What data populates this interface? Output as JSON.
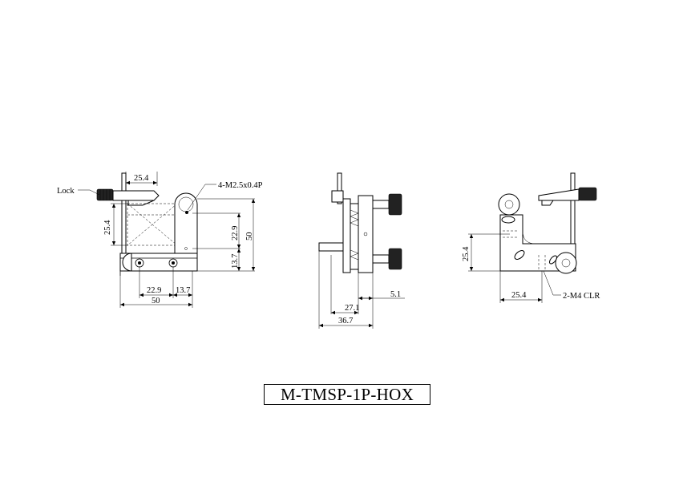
{
  "model_number": "M-TMSP-1P-HOX",
  "front_view": {
    "callout_lock": "Lock",
    "callout_thread": "4-M2.5x0.4P",
    "dim_top_width": "25.4",
    "dim_left_height": "25.4",
    "dim_hole_height": "22.9",
    "dim_total_height": "50",
    "dim_lower_height": "13.7",
    "dim_hole_spacing": "22.9",
    "dim_edge_offset": "13.7",
    "dim_total_width": "50"
  },
  "side_view": {
    "dim_offset": "5.1",
    "dim_depth": "27.1",
    "dim_total_depth": "36.7"
  },
  "rear_view": {
    "dim_height": "25.4",
    "dim_width": "25.4",
    "callout_clearance": "2-M4 CLR"
  }
}
